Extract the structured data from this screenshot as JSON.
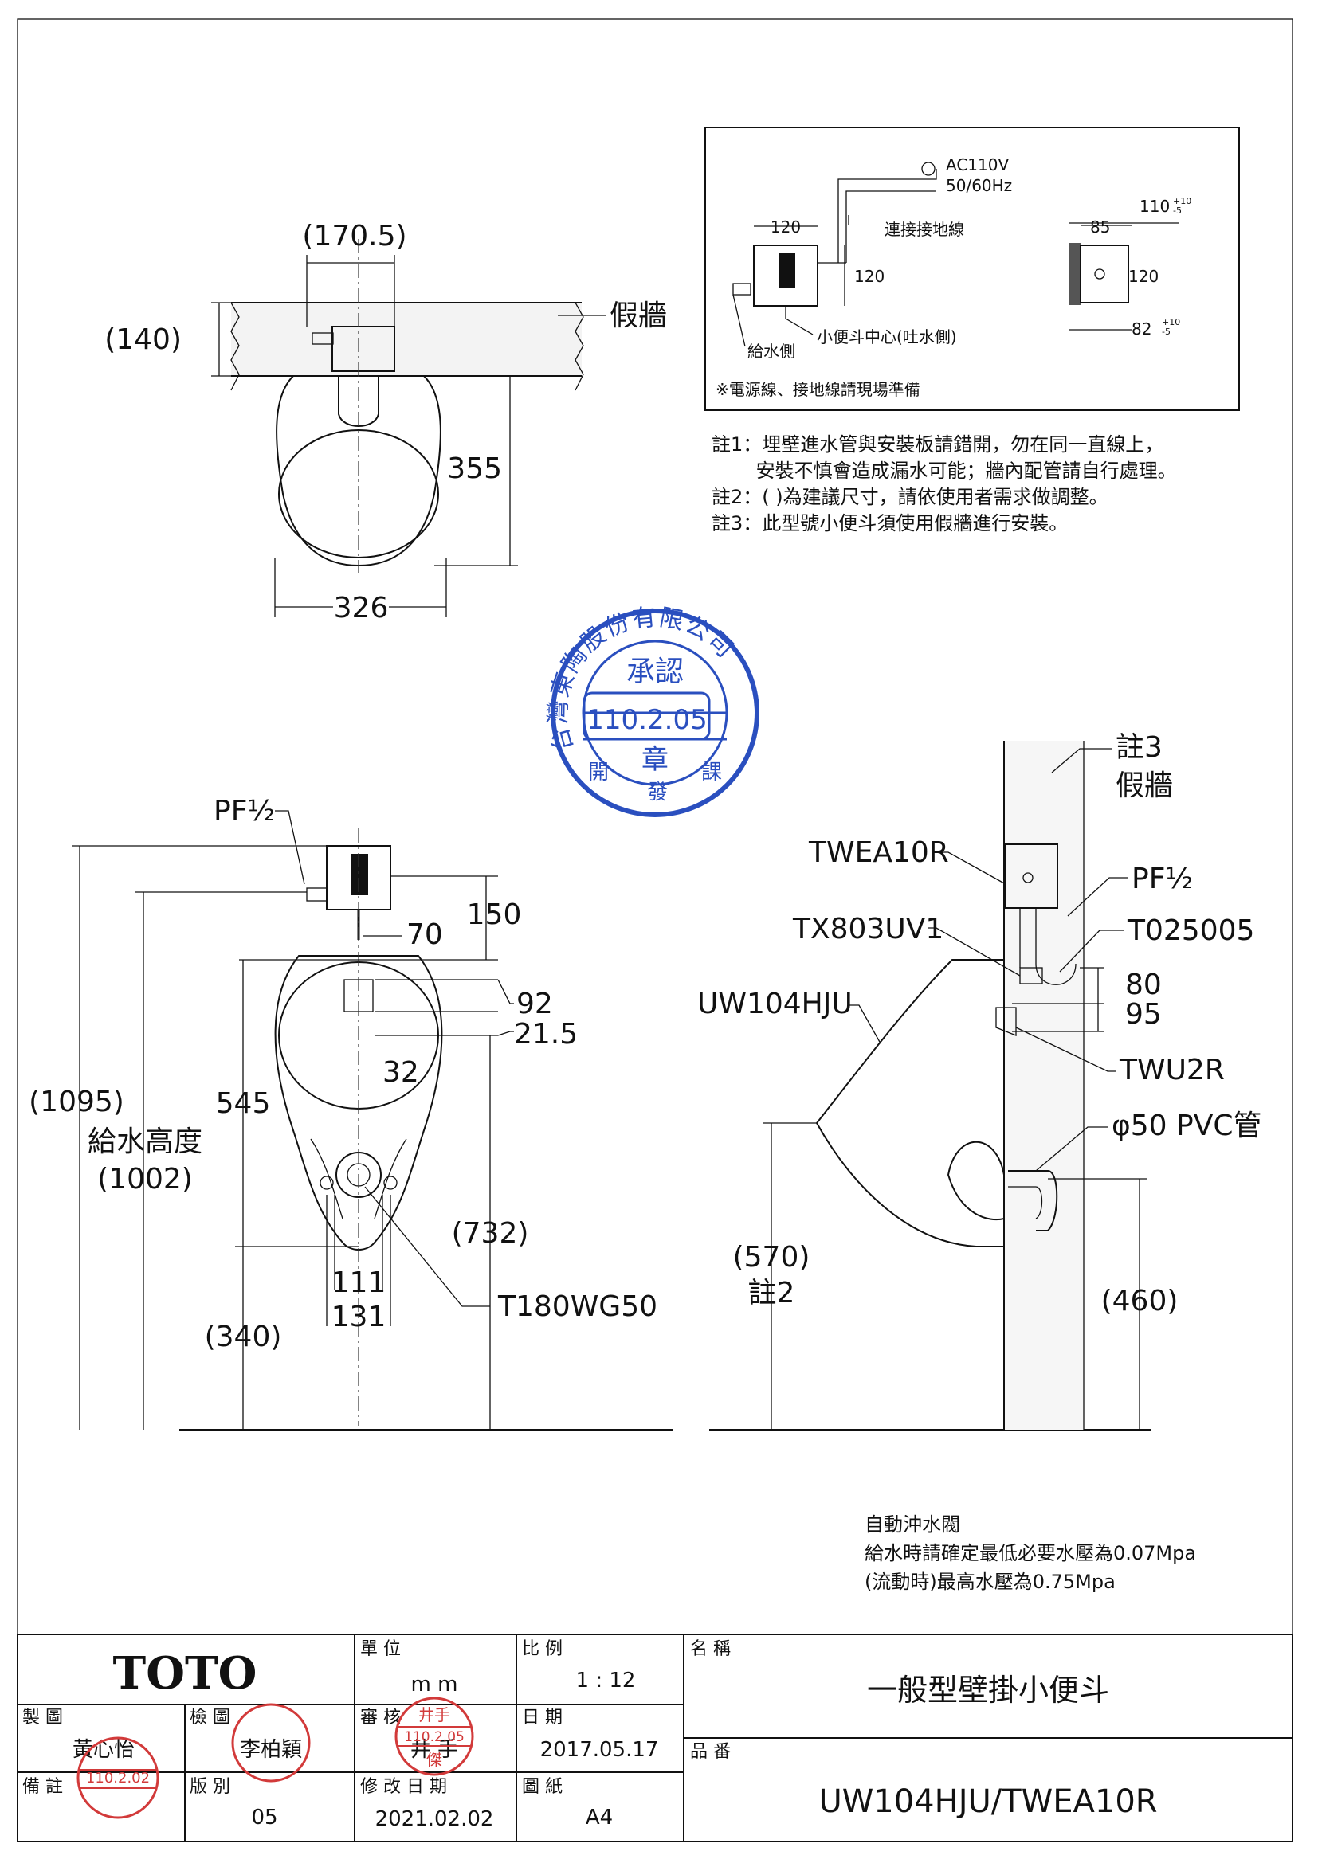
{
  "front_top": {
    "dim_width": "(170.5)",
    "dim_depth": "(140)",
    "dim_height": "355",
    "dim_bowl": "326",
    "fake_wall_label": "假牆"
  },
  "wiring_box": {
    "power": "AC110V",
    "freq": "50/60Hz",
    "ground": "連接接地線",
    "dim_120_w": "120",
    "dim_120_h": "120",
    "supply_side": "給水側",
    "urinal_center": "小便斗中心(吐水側)",
    "dim_85": "85",
    "dim_110": "110",
    "dim_110_tol_up": "+10",
    "dim_110_tol_dn": "-5",
    "dim_120_side": "120",
    "dim_82": "82",
    "dim_82_tol_up": "+10",
    "dim_82_tol_dn": "-5",
    "footnote": "※電源線、接地線請現場準備"
  },
  "notes": [
    "註1：埋壁進水管與安裝板請錯開，勿在同一直線上，",
    "　　 安裝不慎會造成漏水可能；牆內配管請自行處理。",
    "註2：( )為建議尺寸，請依使用者需求做調整。",
    "註3：此型號小便斗須使用假牆進行安裝。"
  ],
  "stamp_blue": {
    "company": "台灣東陶股份有限公司",
    "approved": "承認",
    "date": "110.2.05",
    "seal": "章",
    "issuer_left": "開",
    "issuer_mid": "發",
    "issuer_right": "課"
  },
  "front_view": {
    "pf": "PF½",
    "dim_150": "150",
    "dim_70": "70",
    "dim_92": "92",
    "dim_21_5": "21.5",
    "dim_32": "32",
    "dim_545": "545",
    "dim_1095": "(1095)",
    "supply_height": "給水高度",
    "dim_1002": "(1002)",
    "dim_732": "(732)",
    "dim_111": "111",
    "dim_131": "131",
    "dim_340": "(340)",
    "part_drain": "T180WG50"
  },
  "side_view": {
    "note3": "註3",
    "fake_wall": "假牆",
    "part_sensor": "TWEA10R",
    "pf": "PF½",
    "part_valve": "TX803UV1",
    "part_pipe": "T025005",
    "part_urinal": "UW104HJU",
    "dim_80": "80",
    "dim_95": "95",
    "part_hanger": "TWU2R",
    "pvc": "φ50 PVC管",
    "dim_570": "(570)",
    "note2": "註2",
    "dim_460": "(460)"
  },
  "flush_note": [
    "自動沖水閥",
    "給水時請確定最低必要水壓為0.07Mpa",
    "(流動時)最高水壓為0.75Mpa"
  ],
  "title_block": {
    "brand": "TOTO",
    "unit_label": "單 位",
    "unit_value": "m m",
    "scale_label": "比 例",
    "scale_value": "1 : 12",
    "name_label": "名 稱",
    "name_value": "一般型壁掛小便斗",
    "drawn_label": "製 圖",
    "drawn_value": "黃心怡",
    "checked_label": "檢 圖",
    "checked_value": "李柏穎",
    "approved_label": "審 核",
    "approved_value": "井 手",
    "date_label": "日 期",
    "date_value": "2017.05.17",
    "part_label": "品 番",
    "part_value": "UW104HJU/TWEA10R",
    "remark_label": "備 註",
    "version_label": "版 別",
    "version_value": "05",
    "revdate_label": "修 改 日 期",
    "revdate_value": "2021.02.02",
    "paper_label": "圖 紙",
    "paper_value": "A4",
    "stamp_drawn": "黃心怡",
    "stamp_drawn_date": "110.2.02",
    "stamp_checked": "李柏穎",
    "stamp_approved_name": "井手",
    "stamp_approved_date": "110.2.05",
    "stamp_approved_seal": "傑"
  },
  "colors": {
    "stamp_blue": "#2a4fbf",
    "stamp_red": "#d23a3a",
    "line": "#111111"
  }
}
